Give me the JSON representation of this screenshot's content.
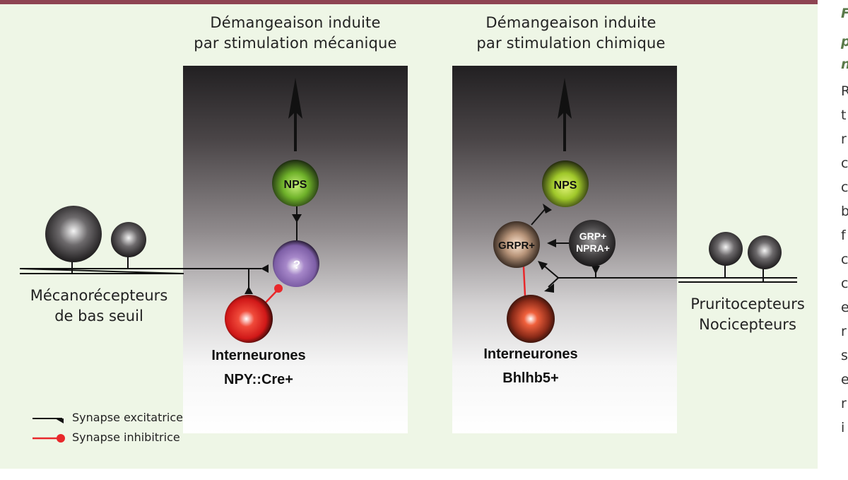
{
  "colors": {
    "top_bar": "#8e4452",
    "panel_background": "#eef6e6",
    "excitatory": "#111111",
    "inhibitory": "#e8282b",
    "nps_neuron": "#7fc234",
    "unknown_neuron": "#8c67b0",
    "npy_neuron": "#e21f1f",
    "grpr_neuron": "#c7a488",
    "grp_npra_neuron": "#555555",
    "bhlhb5_neuron": "#e84a2a"
  },
  "left_panel": {
    "title_line1": "Démangeaison induite",
    "title_line2": "par stimulation mécanique",
    "receptor_label_line1": "Mécanorécepteurs",
    "receptor_label_line2": "de bas seuil",
    "nodes": {
      "nps": "NPS",
      "unknown": "?"
    },
    "interneuron_label_line1": "Interneurones",
    "interneuron_label_line2": "NPY::Cre+"
  },
  "right_panel": {
    "title_line1": "Démangeaison induite",
    "title_line2": "par stimulation chimique",
    "receptor_label_line1": "Pruritocepteurs",
    "receptor_label_line2": "Nocicepteurs",
    "nodes": {
      "nps": "NPS",
      "grpr": "GRPR+",
      "grp_line1": "GRP+",
      "grp_line2": "NPRA+"
    },
    "interneuron_label_line1": "Interneurones",
    "interneuron_label_line2": "Bhlhb5+"
  },
  "legend": {
    "excitatory": "Synapse excitatrice",
    "inhibitory": "Synapse inhibitrice"
  },
  "side_text": {
    "lines": [
      "F",
      "p",
      "n",
      "R",
      "t",
      "r",
      "c",
      "c",
      "b",
      "f",
      "c",
      "c",
      "e",
      "r",
      "s",
      "e",
      "r",
      "i"
    ]
  }
}
